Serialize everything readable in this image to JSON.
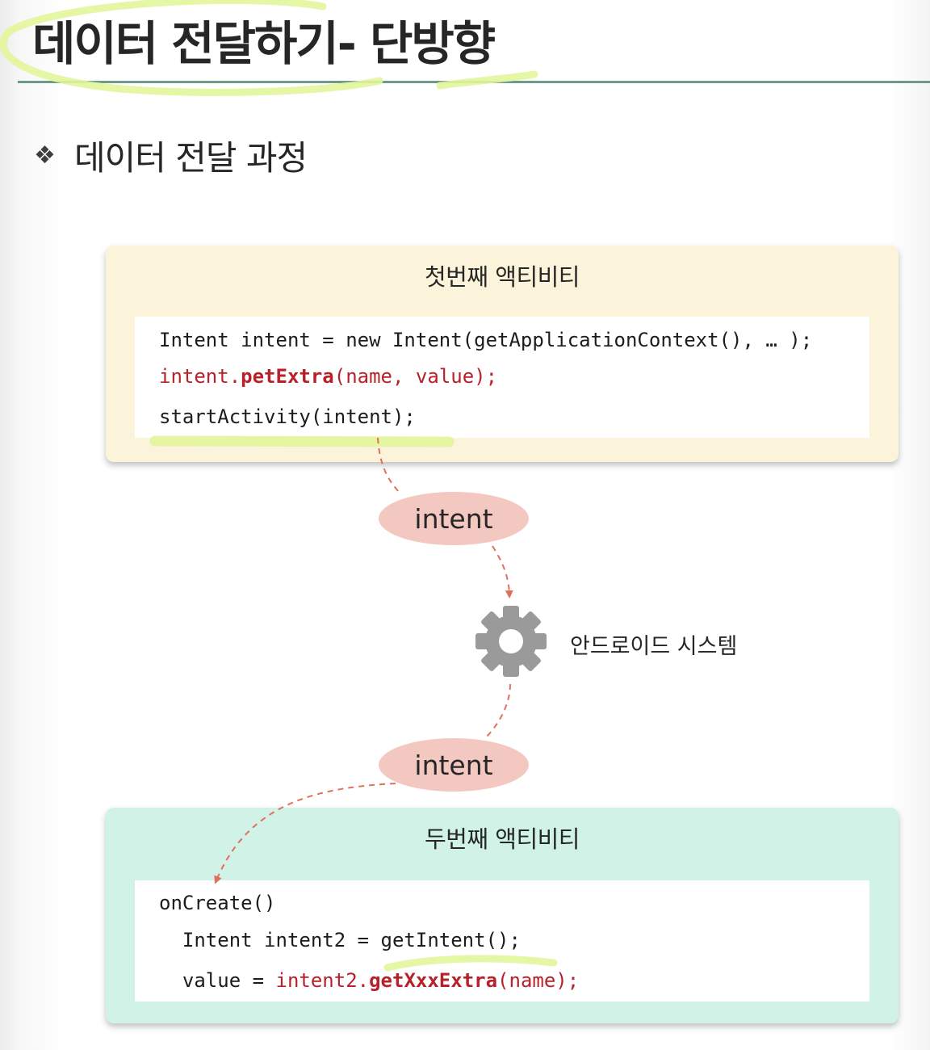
{
  "title": "데이터 전달하기- 단방향",
  "section": {
    "bullet": "❖",
    "heading": "데이터 전달 과정"
  },
  "first_activity": {
    "title": "첫번째 액티비티",
    "code": {
      "line1": "Intent intent = new Intent(getApplicationContext(), … );",
      "line2_obj": "intent.",
      "line2_method": "petExtra",
      "line2_args": "(name, value);",
      "line3": "startActivity(intent);"
    }
  },
  "intent_bubble_top": "intent",
  "system": {
    "label": "안드로이드 시스템",
    "icon": "gear-icon"
  },
  "intent_bubble_bottom": "intent",
  "second_activity": {
    "title": "두번째 액티비티",
    "code": {
      "line1": "onCreate()",
      "line2": "  Intent intent2 = getIntent();",
      "line3_pre": "  value = ",
      "line3_obj": "intent2.",
      "line3_method": "getXxxExtra",
      "line3_args": "(name);"
    }
  },
  "colors": {
    "first_panel": "#fbf3da",
    "second_panel": "#d0f2e7",
    "intent_bubble": "#f3c8c0",
    "arrow": "#e0705c",
    "highlight": "#e2f59a",
    "code_red": "#b8202a",
    "title_rule": "#6e9a8a"
  }
}
